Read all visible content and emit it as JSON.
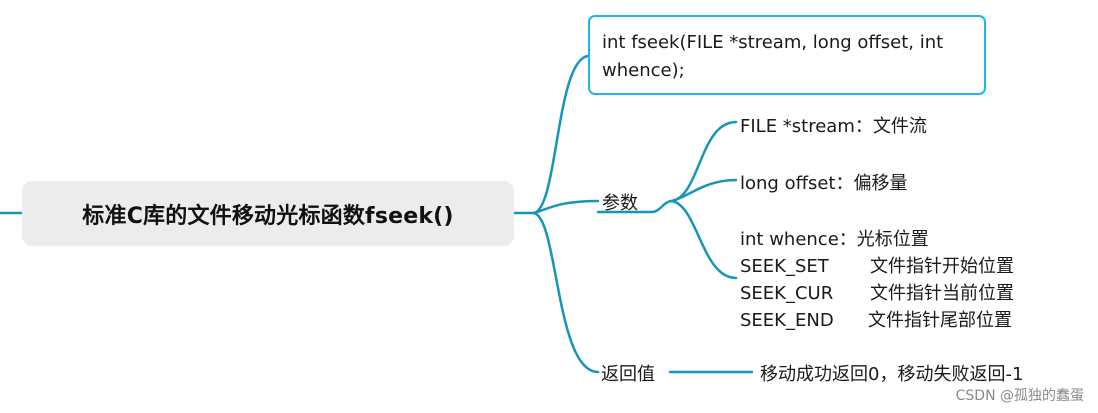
{
  "root": {
    "title": "标准C库的文件移动光标函数fseek()"
  },
  "signature": {
    "text": "int fseek(FILE *stream, long offset, int whence);"
  },
  "params": {
    "label": "参数",
    "stream": "FILE *stream：文件流",
    "offset": "long offset：偏移量",
    "whence": {
      "title": "int whence：光标位置",
      "rows": [
        {
          "name": "SEEK_SET",
          "desc": "文件指针开始位置"
        },
        {
          "name": "SEEK_CUR",
          "desc": "文件指针当前位置"
        },
        {
          "name": "SEEK_END",
          "desc": "文件指针尾部位置"
        }
      ]
    }
  },
  "return_value": {
    "label": "返回值",
    "desc": "移动成功返回0，移动失败返回-1"
  },
  "watermark": "CSDN @孤独的蠢蛋",
  "colors": {
    "connector": "#1596b8",
    "highlight_border": "#1bb8ea",
    "root_fill": "#ececec"
  }
}
